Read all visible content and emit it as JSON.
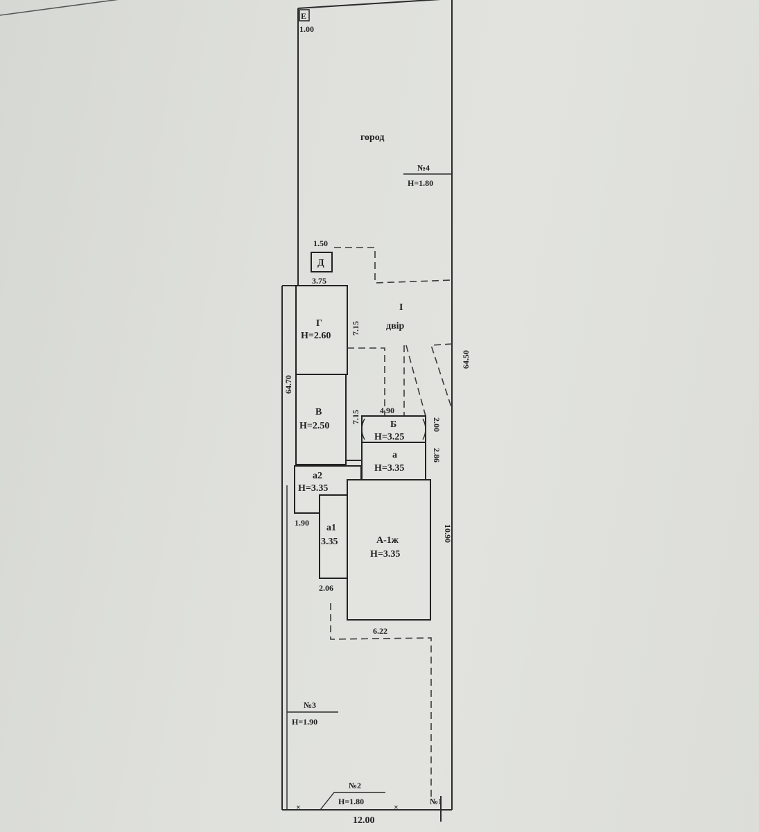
{
  "plan": {
    "plot": {
      "width_bottom": "12.00",
      "length_left": "64.70",
      "length_right": "64.50",
      "corner_marker": "Е",
      "corner_marker_dim": "1.00"
    },
    "zones": {
      "garden": "город",
      "yard_number": "I",
      "yard_label": "двір"
    },
    "fences": [
      {
        "id": "№1",
        "label": "№1"
      },
      {
        "id": "№2",
        "label": "№2",
        "height": "H=1.80"
      },
      {
        "id": "№3",
        "label": "№3",
        "height": "H=1.90"
      },
      {
        "id": "№4",
        "label": "№4",
        "height": "H=1.80"
      }
    ],
    "buildings": [
      {
        "id": "Д",
        "label": "Д",
        "dim_top": "1.50"
      },
      {
        "id": "Г",
        "label": "Г",
        "height": "H=2.60",
        "dim_top": "3.75",
        "dim_side": "7.15"
      },
      {
        "id": "В",
        "label": "В",
        "height": "H=2.50",
        "dim_side": "7.15"
      },
      {
        "id": "Б",
        "label": "Б",
        "height": "H=3.25",
        "dim_top": "4.90",
        "dim_side": "2.00"
      },
      {
        "id": "а",
        "label": "а",
        "height": "H=3.35",
        "dim_side": "2.86"
      },
      {
        "id": "а2",
        "label": "а2",
        "height": "H=3.35",
        "dim_bottom": "1.90"
      },
      {
        "id": "а1",
        "label": "а1",
        "height": "3.35",
        "dim_bottom": "2.06"
      },
      {
        "id": "А-1ж",
        "label": "А-1ж",
        "height": "H=3.35",
        "dim_side": "10.90",
        "dim_bottom": "6.22"
      }
    ]
  }
}
